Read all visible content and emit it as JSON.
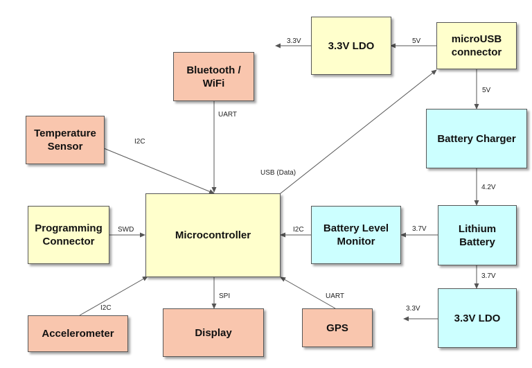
{
  "colors": {
    "yellow": "#ffffcc",
    "salmon": "#f9c6ae",
    "cyan": "#ccffff",
    "line": "#555555"
  },
  "blocks": {
    "ldo_top": {
      "label": "3.3V LDO",
      "color": "yellow"
    },
    "micro_usb": {
      "label": "microUSB\nconnector",
      "color": "yellow"
    },
    "bluetooth": {
      "label": "Bluetooth /\nWiFi",
      "color": "salmon"
    },
    "temperature": {
      "label": "Temperature\nSensor",
      "color": "salmon"
    },
    "charger": {
      "label": "Battery Charger",
      "color": "cyan"
    },
    "programming": {
      "label": "Programming\nConnector",
      "color": "yellow"
    },
    "microcontroller": {
      "label": "Microcontroller",
      "color": "yellow"
    },
    "battery_monitor": {
      "label": "Battery Level\nMonitor",
      "color": "cyan"
    },
    "lithium": {
      "label": "Lithium\nBattery",
      "color": "cyan"
    },
    "accelerometer": {
      "label": "Accelerometer",
      "color": "salmon"
    },
    "display": {
      "label": "Display",
      "color": "salmon"
    },
    "gps": {
      "label": "GPS",
      "color": "salmon"
    },
    "ldo_bottom": {
      "label": "3.3V LDO",
      "color": "cyan"
    }
  },
  "connections": {
    "ldo_top_out": "3.3V",
    "usb_to_ldo": "5V",
    "usb_to_charger": "5V",
    "bt_uart": "UART",
    "temp_i2c": "I2C",
    "usb_data": "USB (Data)",
    "charger_to_battery": "4.2V",
    "prog_swd": "SWD",
    "monitor_i2c": "I2C",
    "battery_to_monitor": "3.7V",
    "battery_to_ldo": "3.7V",
    "ldo_bottom_out": "3.3V",
    "accel_i2c": "I2C",
    "display_spi": "SPI",
    "gps_uart": "UART"
  }
}
